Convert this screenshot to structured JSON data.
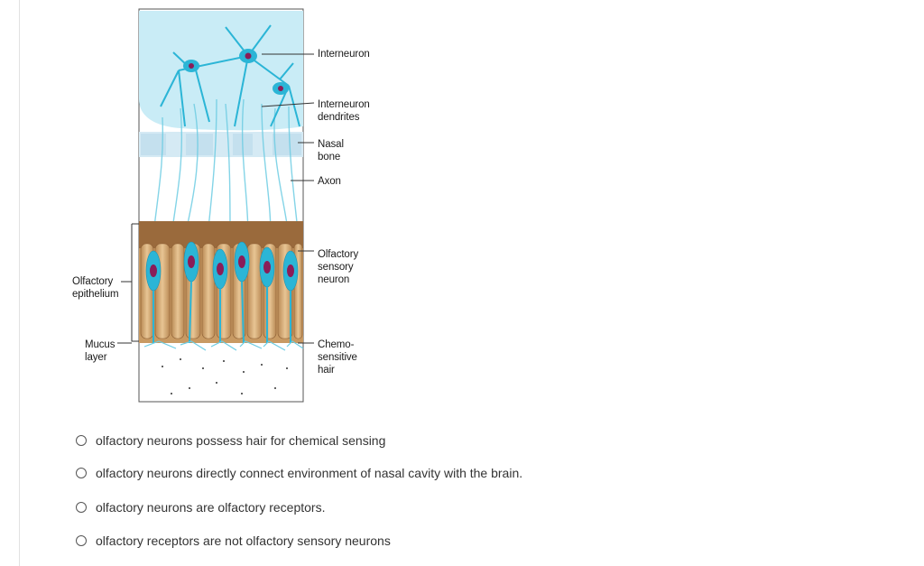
{
  "figure": {
    "labels": {
      "interneuron": [
        "Interneuron"
      ],
      "interneuron_dendrites": [
        "Interneuron",
        "dendrites"
      ],
      "nasal_bone": [
        "Nasal",
        "bone"
      ],
      "axon": [
        "Axon"
      ],
      "olfactory_sensory_neuron": [
        "Olfactory",
        "sensory",
        "neuron"
      ],
      "chemosensitive_hair": [
        "Chemo-",
        "sensitive",
        "hair"
      ],
      "olfactory_epithelium": [
        "Olfactory",
        "epithelium"
      ],
      "mucus_layer": [
        "Mucus",
        "layer"
      ]
    },
    "colors": {
      "bulb": "#c9ecf6",
      "neuron": "#2bb5d6",
      "supporting_cell": "#d9b07e",
      "nucleus": "#8a1d58",
      "bone": "#d5eaf4"
    }
  },
  "question": {
    "options": [
      "olfactory neurons possess hair for chemical sensing",
      "olfactory neurons directly connect environment of nasal cavity with the brain.",
      "olfactory neurons are olfactory receptors.",
      "olfactory receptors are not olfactory sensory neurons"
    ]
  }
}
